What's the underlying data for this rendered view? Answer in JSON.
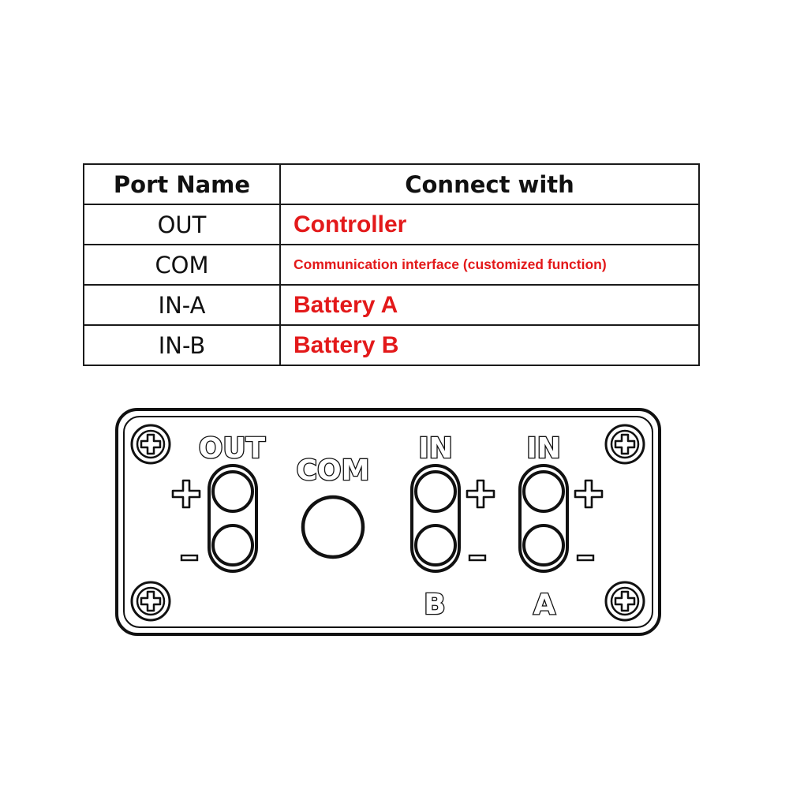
{
  "table": {
    "headers": {
      "port_name": "Port Name",
      "connect_with": "Connect with"
    },
    "rows": [
      {
        "port": "OUT",
        "connect": "Controller"
      },
      {
        "port": "COM",
        "connect": "Communication interface (customized function)"
      },
      {
        "port": "IN-A",
        "connect": "Battery A"
      },
      {
        "port": "IN-B",
        "connect": "Battery B"
      }
    ]
  },
  "panel": {
    "labels": {
      "out": "OUT",
      "com": "COM",
      "in_b": "IN",
      "in_a": "IN",
      "b": "B",
      "a": "A"
    },
    "icons": [
      "screw-icon",
      "port-hole-icon",
      "plus-sign-icon",
      "minus-sign-icon"
    ]
  },
  "colors": {
    "accent_red": "#e3191a",
    "outline": "#111111"
  }
}
